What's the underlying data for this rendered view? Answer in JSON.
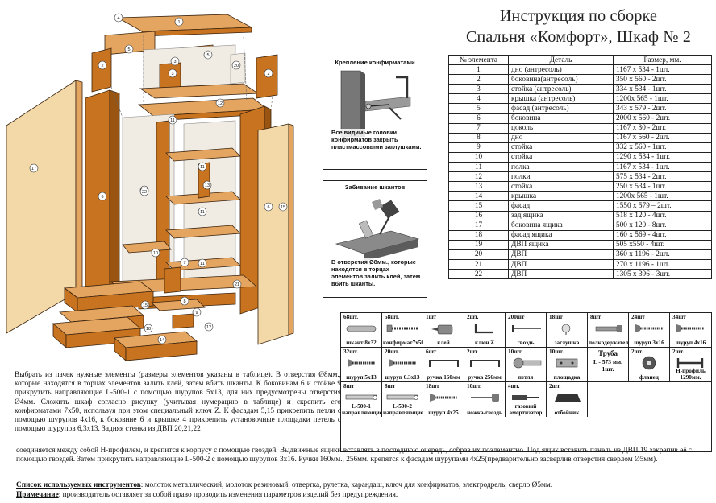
{
  "header": {
    "title_line1": "Инструкция по сборке",
    "title_line2": "Спальня «Комфорт», Шкаф № 2"
  },
  "drawing": {
    "part_numbers": [
      "1",
      "2",
      "3",
      "4",
      "5",
      "5",
      "2",
      "20",
      "3",
      "12",
      "11",
      "17",
      "6",
      "16",
      "22",
      "11",
      "11",
      "11",
      "13",
      "6",
      "10",
      "7",
      "21",
      "8",
      "18",
      "15",
      "15",
      "14",
      "9",
      "12"
    ]
  },
  "detail_confirmat": {
    "title": "Крепление конфирматами",
    "note": "Все видимые головки конфирматов закрыть пластмассовыми заглушками."
  },
  "detail_dowels": {
    "title": "Забивание шкантов",
    "note": "В отверстия Ø8мм., которые находятся в торцах элементов залить клей, затем вбить шканты."
  },
  "parts_table": {
    "headers": [
      "№ элемента",
      "Деталь",
      "Размер, мм."
    ],
    "rows": [
      [
        "1",
        "дно (антресоль)",
        "1167 x 534 - 1шт."
      ],
      [
        "2",
        "боковина(антресоль)",
        "350 x 560 - 2шт."
      ],
      [
        "3",
        "стойка (антресоль)",
        "334 x 534 - 1шт."
      ],
      [
        "4",
        "крышка (антресоль)",
        "1200x 565 - 1шт."
      ],
      [
        "5",
        "фасад (антресоль)",
        "343 x 579 - 2шт."
      ],
      [
        "6",
        "боковина",
        "2000 x 560 - 2шт."
      ],
      [
        "7",
        "цоколь",
        "1167 x 80 - 2шт."
      ],
      [
        "8",
        "дно",
        "1167 x 560 - 2шт."
      ],
      [
        "9",
        "стойка",
        "332 x 560 - 1шт."
      ],
      [
        "10",
        "стойка",
        "1290 x 534 - 1шт."
      ],
      [
        "11",
        "полка",
        "1167 x 534 - 1шт."
      ],
      [
        "12",
        "полки",
        "575 x 534 - 2шт."
      ],
      [
        "13",
        "стойка",
        "250 x 534 - 1шт."
      ],
      [
        "14",
        "крышка",
        "1200x 565 - 1шт."
      ],
      [
        "15",
        "фасад",
        "1550 x 579 – 2шт."
      ],
      [
        "16",
        "зад ящика",
        "518 x 120 - 4шт."
      ],
      [
        "17",
        "боковина ящика",
        "500 x 120 - 8шт."
      ],
      [
        "18",
        "фасад ящика",
        "160 x 569 - 4шт."
      ],
      [
        "19",
        "ДВП ящика",
        "505 x550 - 4шт."
      ],
      [
        "20",
        "ДВП",
        "360 x 1196 - 2шт."
      ],
      [
        "21",
        "ДВП",
        "270 x 1196 - 1шт."
      ],
      [
        "22",
        "ДВП",
        "1305 x 396 - 3шт."
      ]
    ]
  },
  "hardware": [
    {
      "qty": "68шт.",
      "label": "шкант 8х32",
      "icon": "dowel-icon"
    },
    {
      "qty": "58шт.",
      "label": "конфирмат7х50",
      "icon": "confirmat-screw-icon"
    },
    {
      "qty": "1шт",
      "label": "клей",
      "icon": "glue-bottle-icon"
    },
    {
      "qty": "2шт.",
      "label": "ключ Z",
      "icon": "hex-key-icon"
    },
    {
      "qty": "200шт",
      "label": "гвоздь",
      "icon": "nail-icon"
    },
    {
      "qty": "18шт",
      "label": "заглушка",
      "icon": "cap-plug-icon"
    },
    {
      "qty": "8шт",
      "label": "полкодержатель",
      "icon": "shelf-support-icon"
    },
    {
      "qty": "24шт",
      "label": "шуруп 3х16",
      "icon": "screw-icon"
    },
    {
      "qty": "34шт",
      "label": "шуруп 4х16",
      "icon": "screw-icon"
    },
    {
      "qty": "32шт.",
      "label": "шуруп 5х13",
      "icon": "screw-icon"
    },
    {
      "qty": "20шт.",
      "label": "шуруп 6.3х13",
      "icon": "screw-icon"
    },
    {
      "qty": "6шт",
      "label": "ручка 160мм",
      "icon": "handle-icon"
    },
    {
      "qty": "2шт",
      "label": "ручка 256мм",
      "icon": "handle-icon"
    },
    {
      "qty": "10шт",
      "label": "петля",
      "icon": "hinge-icon"
    },
    {
      "qty": "10шт.",
      "label": "площадка",
      "icon": "mounting-plate-icon"
    },
    {
      "qty": "",
      "label": "",
      "icon": "rail-tube-icon",
      "name": "Труба",
      "sub1": "L - 573 мм.",
      "sub2": "1шт."
    },
    {
      "qty": "2шт.",
      "label": "фланец",
      "icon": "flange-icon"
    },
    {
      "qty": "2шт.",
      "label": "Н-профиль 1290мм.",
      "icon": "h-profile-icon"
    },
    {
      "qty": "8шт",
      "label": "направляющие",
      "icon": "drawer-runner-icon",
      "sub": "L-500-1"
    },
    {
      "qty": "8шт",
      "label": "направляющие",
      "icon": "drawer-runner-icon",
      "sub": "L-500-2"
    },
    {
      "qty": "18шт",
      "label": "шуруп 4х25",
      "icon": "screw-icon"
    },
    {
      "qty": "10шт.",
      "label": "ножка-гвоздь",
      "icon": "nail-leg-icon"
    },
    {
      "qty": "4шт.",
      "label": "газовый амортизатор",
      "icon": "gas-spring-icon"
    },
    {
      "qty": "2шт.",
      "label": "отбойник",
      "icon": "bumper-icon"
    }
  ],
  "instructions": {
    "paragraph": "Выбрать из пачек нужные элементы (размеры элементов указаны в таблице). В отверстия Ø8мм., которые находятся в торцах элементов залить клей, затем вбить шканты. К боковинам 6 и стойке 9 прикрутить направляющие L-500-1 с помощью шурупов 5х13, для них предусмотрены отверстия Ø4мм. Сложить шкаф согласно рисунку (учитывая нумерацию в таблице) и скрепить его конфирматами 7х50, используя при этом специальный ключ Z. К фасадам 5,15 прикрепить петли с помощью шурупов 4х16, к боковине 6 и крышке 4 прикрепить установочные площадки петель с помощью шурупов 6,3х13. Задняя стенка из ДВП 20,21,22",
    "wide": "соединяется между собой Н-профилем, и крепится к корпусу с помощью гвоздей. Выдвижные ящики вставлять в последнюю очередь, собрав их поэлементно. Под ящик вставить панель из ДВП 19 закрепив её с помощью гвоздей. Затем прикрутить направляющие L-500-2 с помощью шурупов 3х16. Ручки 160мм., 256мм. крепятся к фасадам шурупами 4х25(предварительно засверлив отверстия сверлом Ø5мм).",
    "tools_label": "Список используемых инструментов",
    "tools_text": ": молоток металлический, молоток резиновый, отвертка, рулетка, карандаш, ключ для конфирматов, электродрель, сверло Ø5мм.",
    "note_label": "Примечание",
    "note_text": ": производитель оставляет за собой право проводить изменения параметров изделий без предупреждения."
  }
}
